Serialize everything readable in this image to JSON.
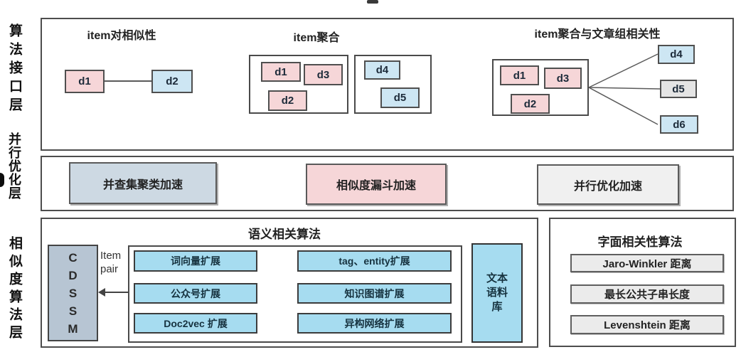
{
  "interface_layer": {
    "label": "算法接口层",
    "pair": {
      "title": "item对相似性",
      "d1": "d1",
      "d2": "d2"
    },
    "agg": {
      "title": "item聚合",
      "g1": [
        "d1",
        "d3",
        "d2"
      ],
      "g2": [
        "d4",
        "d5"
      ]
    },
    "rel": {
      "title": "item聚合与文章组相关性",
      "g": [
        "d1",
        "d3",
        "d2"
      ],
      "targets": [
        "d4",
        "d5",
        "d6"
      ]
    }
  },
  "parallel_layer": {
    "label": "并行优化层",
    "buttons": [
      "并查集聚类加速",
      "相似度漏斗加速",
      "并行优化加速"
    ]
  },
  "similarity_layer": {
    "label": "相似度算法层",
    "semantic": {
      "title": "语义相关算法",
      "model_letters": [
        "C",
        "D",
        "S",
        "S",
        "M"
      ],
      "pair_label": [
        "Item",
        "pair"
      ],
      "col1": [
        "词向量扩展",
        "公众号扩展",
        "Doc2vec 扩展"
      ],
      "col2": [
        "tag、entity扩展",
        "知识图谱扩展",
        "异构网络扩展"
      ],
      "corpus_lines": [
        "文本",
        "语料",
        "库"
      ]
    },
    "literal": {
      "title": "字面相关性算法",
      "methods": [
        "Jaro-Winkler 距离",
        "最长公共子串长度",
        "Levenshtein 距离"
      ]
    }
  },
  "colors": {
    "pink": "#f6d6d8",
    "blue": "#cde6f3",
    "gray": "#e4e4e4",
    "cyan": "#a6dcf0",
    "grayblue": "#cdd9e3",
    "cdssm": "#b7c5d3",
    "lightgray": "#f0f0f0",
    "methodgray": "#ebebeb"
  }
}
